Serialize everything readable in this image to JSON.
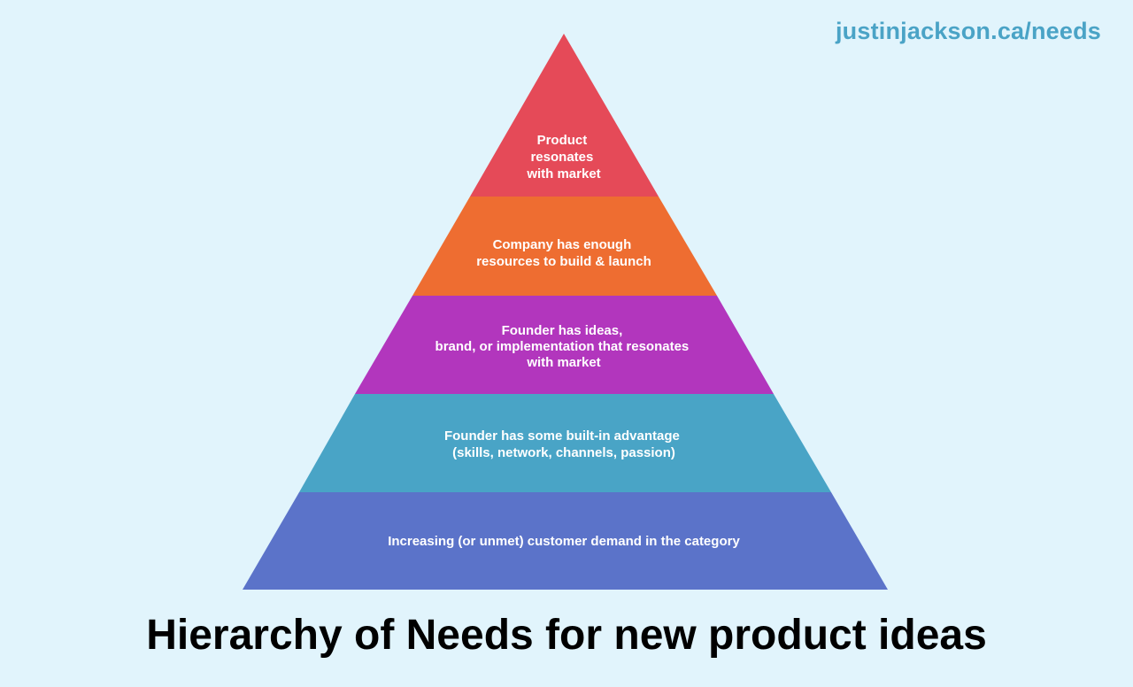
{
  "url": "justinjackson.ca/needs",
  "title": "Hierarchy of Needs for new product ideas",
  "tiers": [
    {
      "lines": [
        "Product",
        "resonates",
        "with market"
      ],
      "color": "#e54a58"
    },
    {
      "lines": [
        "Company has enough",
        "resources to build & launch"
      ],
      "color": "#ee6d31"
    },
    {
      "lines": [
        "Founder has ideas,",
        "brand, or implementation that resonates",
        "with market"
      ],
      "color": "#b236bd"
    },
    {
      "lines": [
        "Founder has some built-in advantage",
        "(skills, network, channels, passion)"
      ],
      "color": "#49a4c6"
    },
    {
      "lines": [
        "Increasing (or unmet) customer demand in the category"
      ],
      "color": "#5b73c9"
    }
  ]
}
